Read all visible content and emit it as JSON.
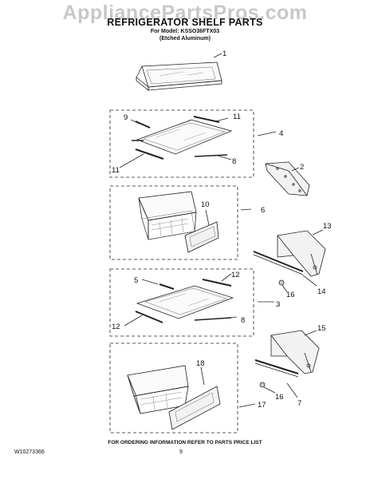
{
  "watermark": "AppliancePartsPros.com",
  "header": {
    "title": "REFRIGERATOR SHELF PARTS",
    "model_line": "For Model: KSSO36FTX03",
    "finish_line": "(Etched Aluminum)"
  },
  "footer": {
    "ordering_note": "FOR ORDERING INFORMATION REFER TO PARTS PRICE LIST",
    "document_number": "W10273366",
    "page_number": "9"
  },
  "callouts": {
    "c1": "1",
    "c2": "2",
    "c3": "3",
    "c4": "4",
    "c5": "5",
    "c6": "6",
    "c7": "7",
    "c8a": "8",
    "c8b": "8",
    "c9": "9",
    "c10": "10",
    "c11a": "11",
    "c11b": "11",
    "c12a": "12",
    "c12b": "12",
    "c13": "13",
    "c14": "14",
    "c15": "15",
    "c16a": "16",
    "c16b": "16",
    "c17": "17",
    "c18": "18"
  }
}
